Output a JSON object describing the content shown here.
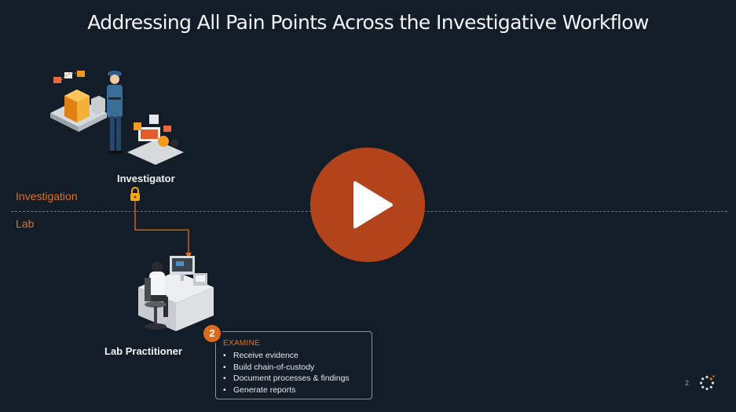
{
  "slide": {
    "title": "Addressing All Pain Points Across the Investigative Workflow",
    "zones": {
      "investigation": "Investigation",
      "lab": "Lab"
    },
    "roles": {
      "investigator": "Investigator",
      "lab_practitioner": "Lab Practitioner"
    },
    "step": {
      "number": "2",
      "heading": "EXAMINE",
      "items": [
        "Receive evidence",
        "Build chain-of-custody",
        "Document processes & findings",
        "Generate reports"
      ]
    },
    "page_number": "2"
  },
  "icons": {
    "play": "play-icon",
    "lock": "lock-icon",
    "logo": "spinner-logo-icon"
  },
  "colors": {
    "background": "#131d27",
    "accent": "#e0701e",
    "play_button": "#b2431a",
    "text": "#f2f4f6"
  }
}
